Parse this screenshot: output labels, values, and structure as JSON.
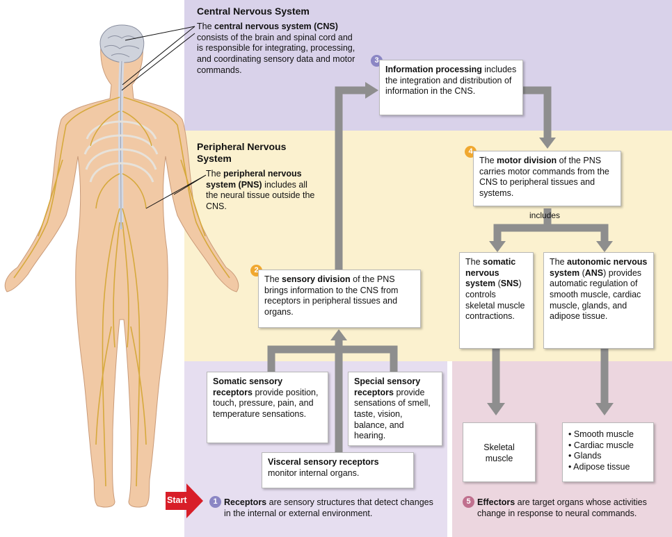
{
  "colors": {
    "cns_zone": "#d9d2ea",
    "pns_zone": "#fbf1cf",
    "receptor_zone": "#e6def0",
    "effector_zone": "#ecd6df",
    "arrow": "#8e8e8e",
    "badge_cns": "#8b86c4",
    "badge_pns": "#f0a830",
    "badge_effector": "#c0708e",
    "start_arrow": "#d81e28",
    "skin": "#f1c9a5",
    "nerve": "#d6a93c"
  },
  "cns": {
    "heading": "Central Nervous System",
    "desc_1": "The ",
    "desc_bold_1": "central nervous system (CNS)",
    "desc_2": " consists of the brain and spinal cord and is responsible for integrating, processing, and coordinating sensory data and motor commands."
  },
  "pns": {
    "heading_line1": "Peripheral Nervous",
    "heading_line2": "System",
    "desc_1": "The ",
    "desc_bold_1": "peripheral nervous system (PNS)",
    "desc_2": " includes all the neural tissue outside the CNS."
  },
  "step3": {
    "number": "3",
    "title": "Information processing",
    "text": " includes the integration and distribution of information in the CNS."
  },
  "step2": {
    "number": "2",
    "text_1": "The ",
    "bold": "sensory division",
    "text_2": " of the PNS brings information to the CNS from receptors in peripheral tissues and organs."
  },
  "step4": {
    "number": "4",
    "text_1": "The ",
    "bold": "motor division",
    "text_2": "  of the PNS carries motor commands from the CNS to peripheral tissues and systems."
  },
  "includes_label": "includes",
  "somatic": {
    "text_1": "The ",
    "bold_1": "somatic nervous system",
    "text_2": " (",
    "bold_2": "SNS",
    "text_3": ") controls skeletal muscle contractions."
  },
  "autonomic": {
    "text_1": "The ",
    "bold_1": "autonomic nervous system",
    "text_2": " (",
    "bold_2": "ANS",
    "text_3": ") provides automatic regulation of smooth muscle, cardiac muscle, glands, and adipose tissue."
  },
  "somatic_receptors": {
    "bold": "Somatic sensory receptors",
    "text": "  provide position, touch, pressure, pain, and temperature sensations."
  },
  "special_receptors": {
    "bold": "Special sensory receptors",
    "text": " provide sensations of smell, taste, vision, balance, and hearing."
  },
  "visceral_receptors": {
    "bold": "Visceral sensory receptors",
    "text": "monitor internal organs."
  },
  "effector_skeletal": "Skeletal muscle",
  "effector_list": [
    "• Smooth muscle",
    "• Cardiac muscle",
    "• Glands",
    "• Adipose tissue"
  ],
  "step1": {
    "number": "1",
    "bold": "Receptors",
    "text": " are sensory structures that detect changes in the internal or external environment."
  },
  "step5": {
    "number": "5",
    "bold": "Effectors",
    "text": " are target organs whose activities change in response to neural commands."
  },
  "start_label": "Start"
}
